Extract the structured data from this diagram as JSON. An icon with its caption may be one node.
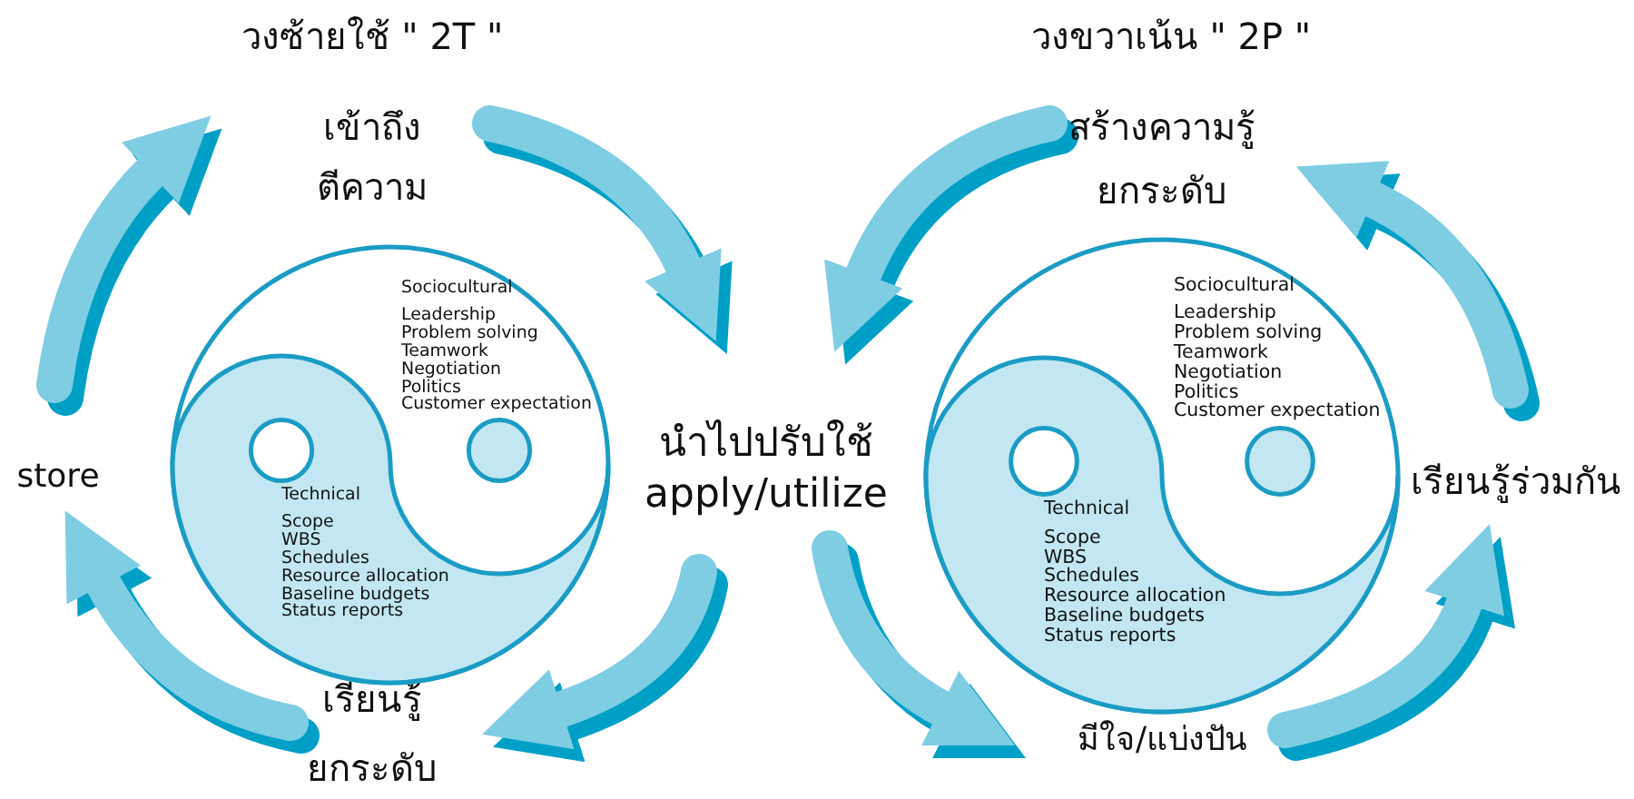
{
  "diagram": {
    "nodes": [
      {
        "text": [
          "เข้าถึง",
          "ตีความ"
        ]
      },
      {
        "text": [
          "นำไปปรับใช้",
          "apply/utilize"
        ]
      },
      {
        "text": [
          "เรียนรู้",
          "ยกระดับ"
        ]
      },
      {
        "text": [
          "store"
        ]
      },
      {
        "text": [
          "Sociocultural",
          "Leadership",
          "Problem solving",
          "Teamwork",
          "Negotiation",
          "Politics",
          "Customer expectation",
          "Technical",
          "Scope",
          "WBS",
          "Schedules",
          "Resource allocation",
          "Baseline budgets",
          "Status reports"
        ]
      },
      {
        "text": [
          "สร้างความรู้",
          "ยกระดับ"
        ]
      },
      {
        "text": [
          "มีใจ/แบ่งปัน"
        ]
      },
      {
        "text": [
          "เรียนรู้ร่วมกัน"
        ]
      },
      {
        "text": [
          "Sociocultural",
          "Leadership",
          "Problem solving",
          "Teamwork",
          "Negotiation",
          "Politics",
          "Customer expectation",
          "Technical",
          "Scope",
          "WBS",
          "Schedules",
          "Resource allocation",
          "Baseline budgets",
          "Status reports"
        ]
      }
    ],
    "edges": [
      {
        "from": 3,
        "to": 0,
        "arrow": "to"
      },
      {
        "from": 0,
        "to": 1,
        "arrow": "to"
      },
      {
        "from": 1,
        "to": 2,
        "arrow": "to"
      },
      {
        "from": 2,
        "to": 3,
        "arrow": "to"
      },
      {
        "from": 5,
        "to": 1,
        "arrow": "to"
      },
      {
        "from": 1,
        "to": 6,
        "arrow": "to"
      },
      {
        "from": 6,
        "to": 7,
        "arrow": "to"
      },
      {
        "from": 7,
        "to": 5,
        "arrow": "to"
      }
    ],
    "labels": [
      "วงซ้ายใช้ \" 2T \"",
      "วงขวาเน้น \" 2P \""
    ]
  }
}
